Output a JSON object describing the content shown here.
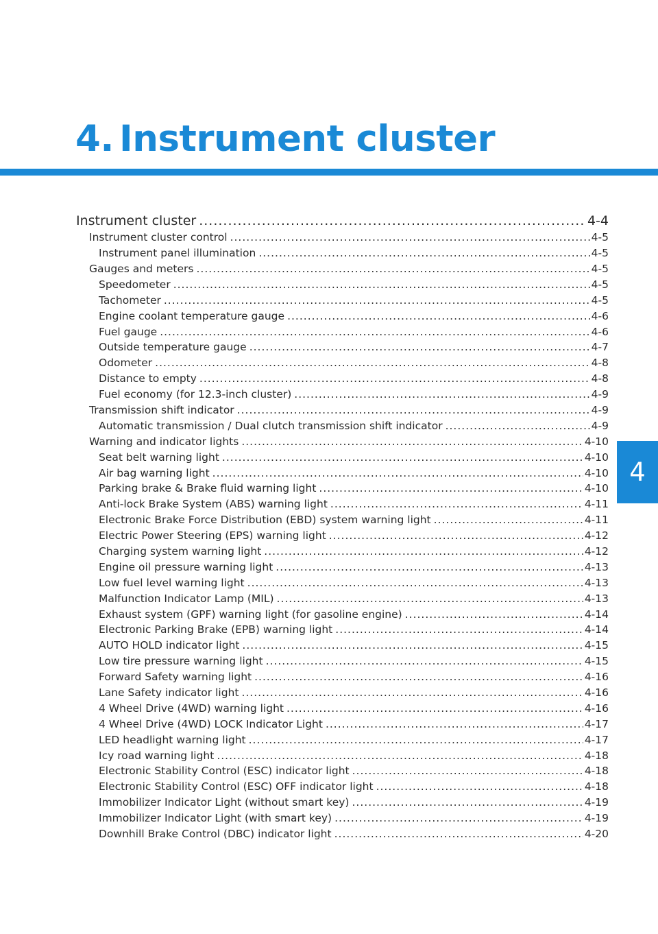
{
  "chapter": {
    "number": "4.",
    "title": "Instrument cluster",
    "tab": "4"
  },
  "toc": [
    {
      "label": "Instrument cluster",
      "page": "4-4"
    },
    {
      "label": "Instrument cluster control",
      "page": "4-5"
    },
    {
      "label": "Instrument panel illumination",
      "page": "4-5"
    },
    {
      "label": "Gauges and meters",
      "page": "4-5"
    },
    {
      "label": "Speedometer",
      "page": "4-5"
    },
    {
      "label": "Tachometer",
      "page": "4-5"
    },
    {
      "label": "Engine coolant temperature gauge",
      "page": "4-6"
    },
    {
      "label": "Fuel gauge",
      "page": "4-6"
    },
    {
      "label": "Outside temperature gauge",
      "page": "4-7"
    },
    {
      "label": "Odometer",
      "page": "4-8"
    },
    {
      "label": "Distance to empty",
      "page": "4-8"
    },
    {
      "label": "Fuel economy (for 12.3-inch cluster)",
      "page": "4-9"
    },
    {
      "label": "Transmission shift indicator",
      "page": "4-9"
    },
    {
      "label": "Automatic transmission / Dual clutch transmission shift indicator",
      "page": "4-9"
    },
    {
      "label": "Warning and indicator lights",
      "page": "4-10"
    },
    {
      "label": "Seat belt warning light",
      "page": "4-10"
    },
    {
      "label": "Air bag warning light",
      "page": "4-10"
    },
    {
      "label": "Parking brake & Brake fluid warning light",
      "page": "4-10"
    },
    {
      "label": "Anti-lock Brake System (ABS) warning light",
      "page": "4-11"
    },
    {
      "label": "Electronic Brake Force Distribution (EBD) system warning light",
      "page": "4-11"
    },
    {
      "label": "Electric Power Steering (EPS) warning light",
      "page": "4-12"
    },
    {
      "label": "Charging system warning light",
      "page": "4-12"
    },
    {
      "label": "Engine oil pressure warning light",
      "page": "4-13"
    },
    {
      "label": "Low fuel level warning light",
      "page": "4-13"
    },
    {
      "label": "Malfunction Indicator Lamp (MIL)",
      "page": "4-13"
    },
    {
      "label": "Exhaust system (GPF) warning light (for gasoline engine)",
      "page": "4-14"
    },
    {
      "label": "Electronic Parking Brake (EPB) warning light",
      "page": "4-14"
    },
    {
      "label": "AUTO HOLD indicator light",
      "page": "4-15"
    },
    {
      "label": "Low tire pressure warning light",
      "page": "4-15"
    },
    {
      "label": "Forward Safety warning light",
      "page": "4-16"
    },
    {
      "label": "Lane Safety indicator light",
      "page": "4-16"
    },
    {
      "label": "4 Wheel Drive (4WD) warning light",
      "page": "4-16"
    },
    {
      "label": "4 Wheel Drive (4WD) LOCK Indicator Light",
      "page": "4-17"
    },
    {
      "label": "LED headlight warning light",
      "page": "4-17"
    },
    {
      "label": "Icy road warning light",
      "page": "4-18"
    },
    {
      "label": "Electronic Stability Control (ESC) indicator light",
      "page": "4-18"
    },
    {
      "label": "Electronic Stability Control (ESC) OFF indicator light",
      "page": "4-18"
    },
    {
      "label": "Immobilizer Indicator Light (without smart key)",
      "page": "4-19"
    },
    {
      "label": "Immobilizer Indicator Light (with smart key)",
      "page": "4-19"
    },
    {
      "label": "Downhill Brake Control (DBC) indicator light",
      "page": "4-20"
    }
  ]
}
